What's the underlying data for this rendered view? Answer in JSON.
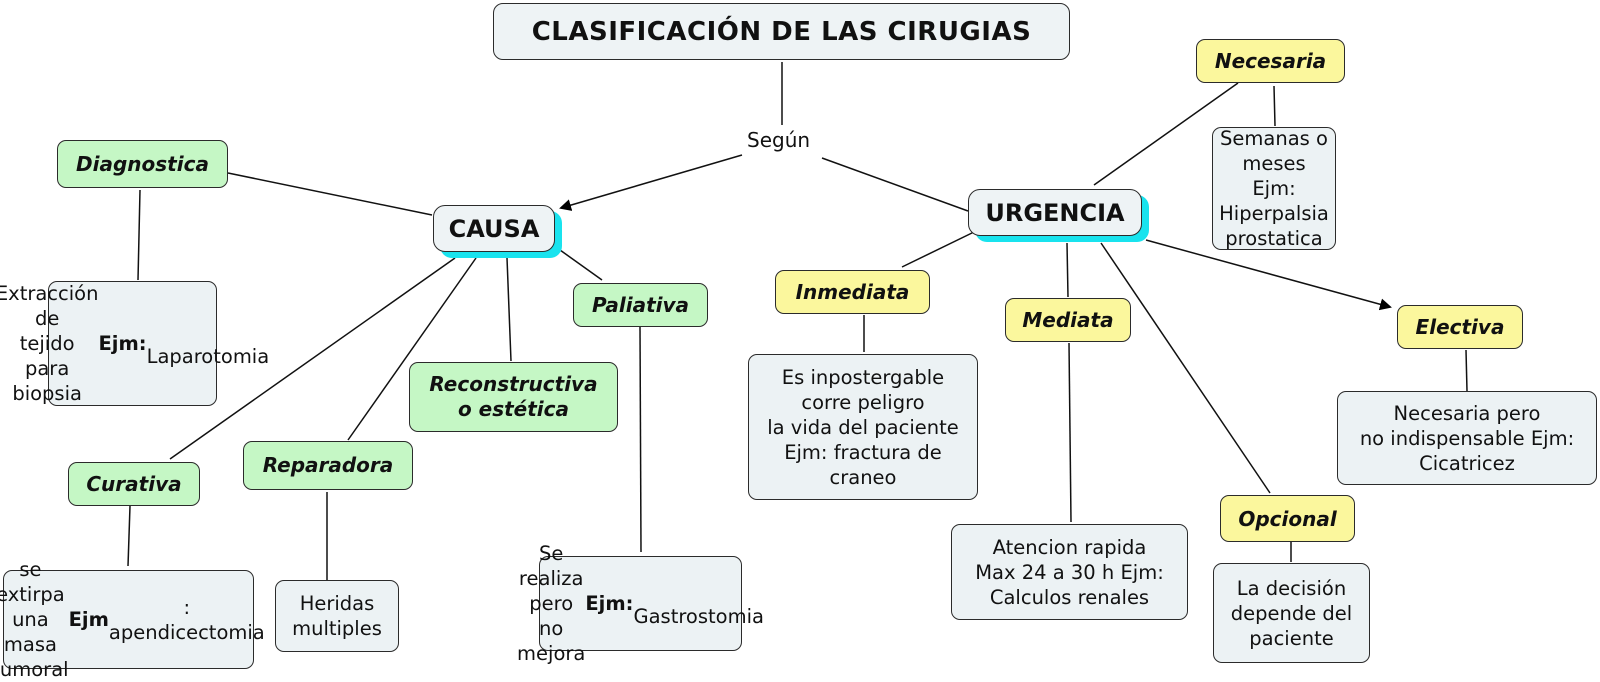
{
  "title": "CLASIFICACIÓN DE LAS CIRUGIAS",
  "link_label": "Según",
  "causa": {
    "label": "CAUSA",
    "diagnostica": {
      "label": "Diagnostica",
      "desc_1": "Extracción de\ntejido para\nbiopsia ",
      "desc_ejm": "Ejm:",
      "desc_2": "\nLaparotomia"
    },
    "curativa": {
      "label": "Curativa",
      "desc_1": "se extirpa una\nmasa tumoral\n",
      "desc_ejm": "Ejm",
      "desc_2": ": apendicectomia"
    },
    "reparadora": {
      "label": "Reparadora",
      "desc": "Heridas\nmultiples"
    },
    "reconstructiva": {
      "label": "Reconstructiva\no estética"
    },
    "paliativa": {
      "label": "Paliativa",
      "desc_1": "Se realiza pero\nno mejora ",
      "desc_ejm": "Ejm:",
      "desc_2": "\nGastrostomia"
    }
  },
  "urgencia": {
    "label": "URGENCIA",
    "necesaria": {
      "label": "Necesaria",
      "desc": "Semanas o\nmeses Ejm:\nHiperpalsia\nprostatica"
    },
    "inmediata": {
      "label": "Inmediata",
      "desc": "Es inpostergable\ncorre peligro\nla vida del paciente\nEjm: fractura de\ncraneo"
    },
    "mediata": {
      "label": "Mediata",
      "desc": "Atencion rapida\nMax 24 a 30 h Ejm:\nCalculos renales"
    },
    "opcional": {
      "label": "Opcional",
      "desc": "La decisión\ndepende del\npaciente"
    },
    "electiva": {
      "label": "Electiva",
      "desc": "Necesaria pero\nno indispensable Ejm:\nCicatricez"
    }
  }
}
